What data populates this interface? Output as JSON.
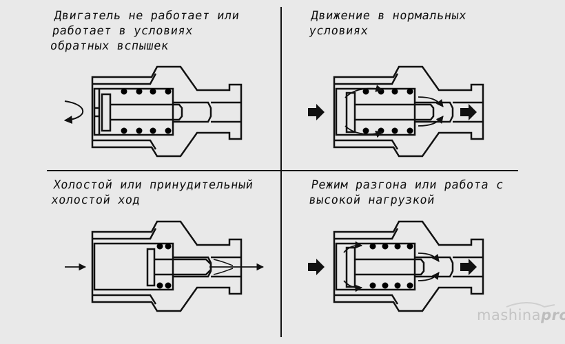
{
  "panels": [
    {
      "caption": "Двигатель не работает или\nработает в условиях\nобратных вспышек"
    },
    {
      "caption": "Движение в нормальных\nусловиях"
    },
    {
      "caption": "Холостой или принудительный\nхолостой ход"
    },
    {
      "caption": "Режим разгона или работа с\nвысокой нагрузкой"
    }
  ],
  "watermark": {
    "part1": "mashina",
    "part2": "pro"
  },
  "colors": {
    "background": "#e9e9e9",
    "line": "#111111"
  }
}
